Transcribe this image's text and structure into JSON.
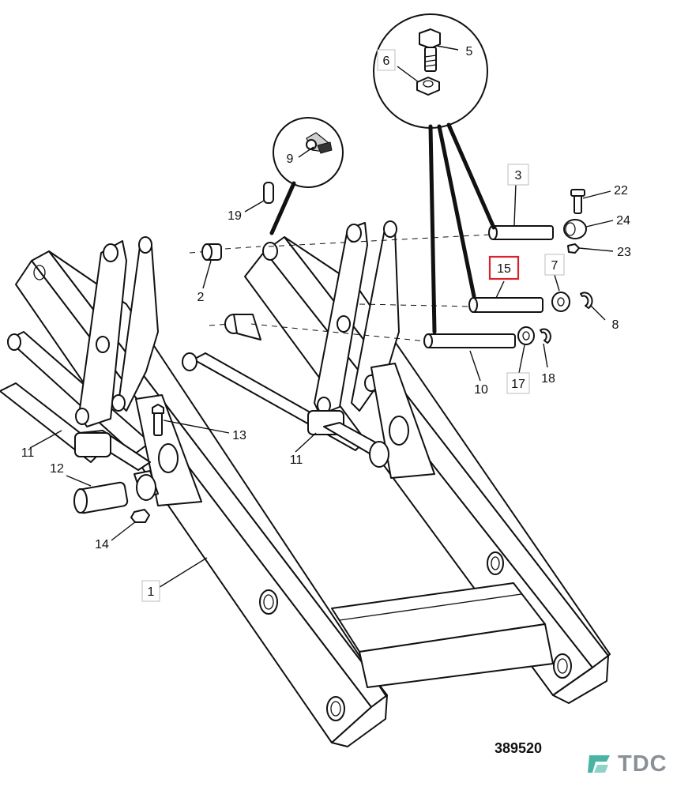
{
  "drawing_number": "389520",
  "brand": {
    "name": "TDC",
    "accent": "#49b3a4",
    "text_color": "#8a9196"
  },
  "highlight_color": "#d9232d",
  "callouts": [
    {
      "id": "c1",
      "label": "1",
      "boxed": true,
      "highlighted": false
    },
    {
      "id": "c2",
      "label": "2",
      "boxed": false,
      "highlighted": false
    },
    {
      "id": "c3",
      "label": "3",
      "boxed": true,
      "highlighted": false
    },
    {
      "id": "c5",
      "label": "5",
      "boxed": false,
      "highlighted": false
    },
    {
      "id": "c6",
      "label": "6",
      "boxed": true,
      "highlighted": false
    },
    {
      "id": "c7",
      "label": "7",
      "boxed": true,
      "highlighted": false
    },
    {
      "id": "c8",
      "label": "8",
      "boxed": false,
      "highlighted": false
    },
    {
      "id": "c9",
      "label": "9",
      "boxed": false,
      "highlighted": false
    },
    {
      "id": "c10",
      "label": "10",
      "boxed": false,
      "highlighted": false
    },
    {
      "id": "c11a",
      "label": "11",
      "boxed": false,
      "highlighted": false
    },
    {
      "id": "c11b",
      "label": "11",
      "boxed": false,
      "highlighted": false
    },
    {
      "id": "c12",
      "label": "12",
      "boxed": false,
      "highlighted": false
    },
    {
      "id": "c13",
      "label": "13",
      "boxed": false,
      "highlighted": false
    },
    {
      "id": "c14",
      "label": "14",
      "boxed": false,
      "highlighted": false
    },
    {
      "id": "c15",
      "label": "15",
      "boxed": true,
      "highlighted": true
    },
    {
      "id": "c17",
      "label": "17",
      "boxed": true,
      "highlighted": false
    },
    {
      "id": "c18",
      "label": "18",
      "boxed": false,
      "highlighted": false
    },
    {
      "id": "c19",
      "label": "19",
      "boxed": false,
      "highlighted": false
    },
    {
      "id": "c22",
      "label": "22",
      "boxed": false,
      "highlighted": false
    },
    {
      "id": "c23",
      "label": "23",
      "boxed": false,
      "highlighted": false
    },
    {
      "id": "c24",
      "label": "24",
      "boxed": false,
      "highlighted": false
    }
  ]
}
